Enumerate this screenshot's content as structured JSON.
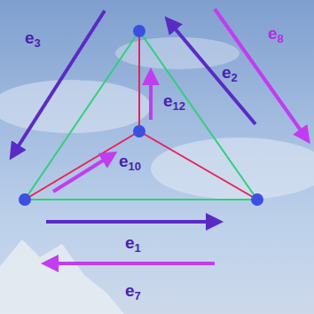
{
  "diagram": {
    "labels": [
      "e3",
      "e2",
      "e8",
      "e12",
      "e10",
      "e1",
      "e7"
    ]
  }
}
